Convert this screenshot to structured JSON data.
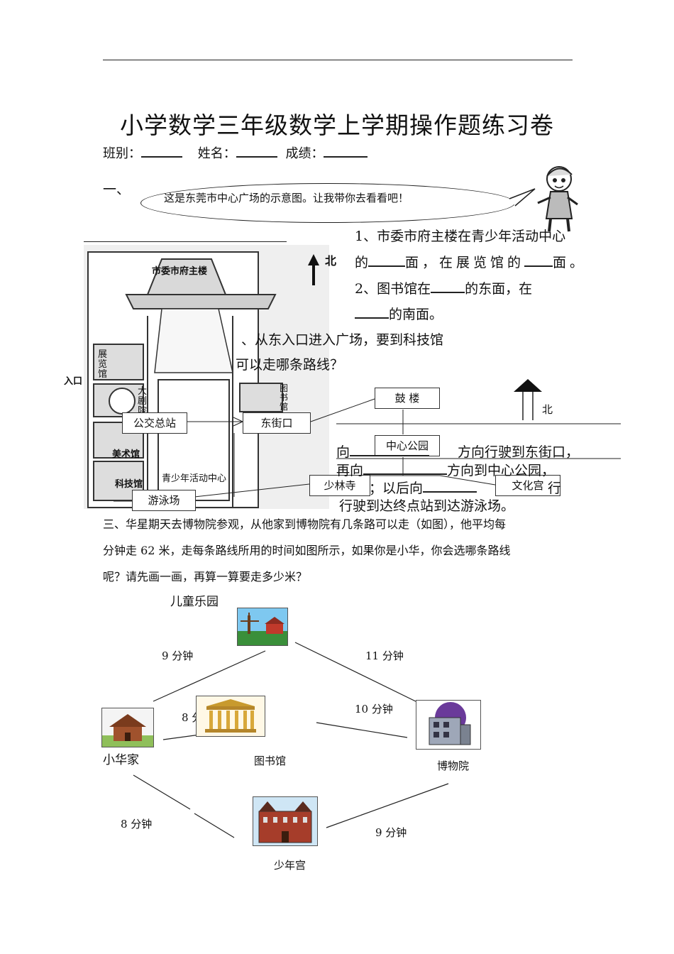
{
  "title": "小学数学三年级数学上学期操作题练习卷",
  "info": {
    "class_label": "班别：",
    "name_label": "姓名：",
    "score_label": "成绩："
  },
  "section1": {
    "number": "一、",
    "bubble_text": "这是东莞市中心广场的示意图。让我带你去看看吧！",
    "map_labels": {
      "north": "北",
      "city_hall": "市委市府主楼",
      "exhibition": "展览馆",
      "theatre": "大剧院",
      "library": "图书馆",
      "art": "美术馆",
      "science": "科技馆",
      "youth_center": "青少年活动中心",
      "entrance": "入口"
    },
    "q1_line1": "1、市委市府主楼在青少年活动中心",
    "q1_line2_a": "的",
    "q1_line2_b": "面，在展览馆的",
    "q1_line2_c": "面。",
    "q2_line1_a": "2、图书馆在",
    "q2_line1_b": "的东面，在",
    "q2_line2": "的南面。",
    "q3_line1": "、从东入口进入广场，要到科技馆",
    "q3_line2": "可以走哪条路线？"
  },
  "section2": {
    "stations": [
      "公交总站",
      "东街口",
      "鼓 楼",
      "中心公园",
      "少林寺",
      "文化宫",
      "游泳场"
    ],
    "north": "北",
    "text_line1": "向",
    "text_line1_end": "方向行驶到东街口，",
    "text_line2": "再向",
    "text_line2_end": "方向到中心公园，",
    "text_line3": "；以后向",
    "text_line3_end": "行",
    "text_line4": "行驶到达终点站到达游泳场。"
  },
  "section3": {
    "line1": "三、华星期天去博物院参观，从他家到博物院有几条路可以走（如图），他平均每",
    "line2": "分钟走 62 米，走每条路线所用的时间如图所示，如果你是小华，你会选哪条路线",
    "line3": "呢？请先画一画，再算一算要走多少米？",
    "places": {
      "park": "儿童乐园",
      "home": "小华家",
      "library": "图书馆",
      "museum": "博物院",
      "palace": "少年宫"
    },
    "times": {
      "home_park": "9 分钟",
      "park_museum": "11 分钟",
      "home_library": "8 分钟",
      "library_museum": "10 分钟",
      "home_palace": "8 分钟",
      "palace_museum": "9 分钟"
    }
  }
}
